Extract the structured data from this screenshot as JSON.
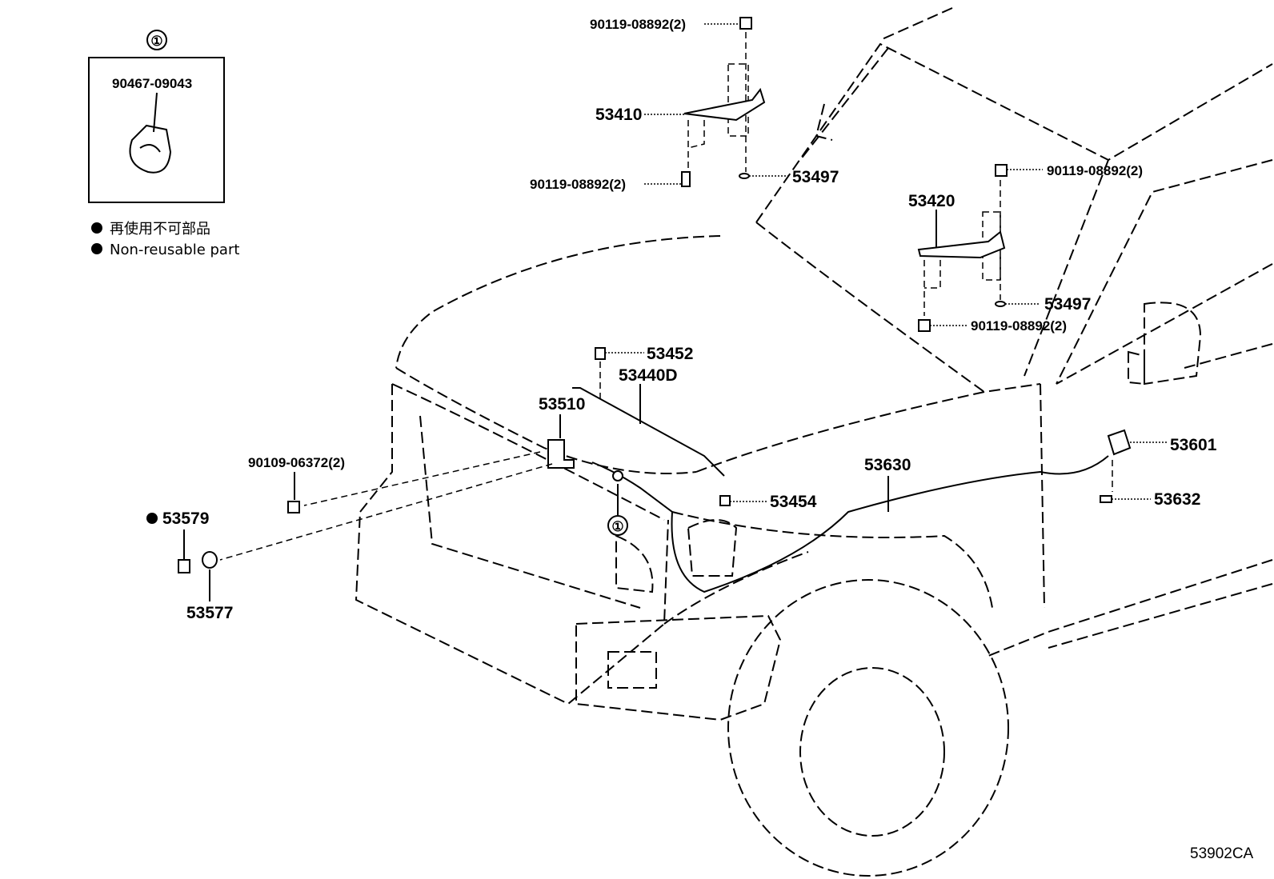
{
  "callout_box": {
    "marker": "①",
    "part_number": "90467-09043"
  },
  "legend": [
    {
      "symbol": "●",
      "text": "再使用不可部品"
    },
    {
      "symbol": "●",
      "text": "Non-reusable part"
    }
  ],
  "parts": {
    "bolt_top": "90119-08892(2)",
    "hinge_left": "53410",
    "bolt_left_lower": "90119-08892(2)",
    "washer_left": "53497",
    "bolt_right_upper": "90119-08892(2)",
    "hinge_right": "53420",
    "washer_right": "53497",
    "bolt_right_lower": "90119-08892(2)",
    "clip_53452": "53452",
    "support_rod": "53440D",
    "hood_lock": "53510",
    "bolt_lock": "90109-06372(2)",
    "cushion_53579": "53579",
    "non_reusable_dot": "●",
    "cushion_53577": "53577",
    "grommet_53454": "53454",
    "release_cable": "53630",
    "release_lever": "53601",
    "lever_clip": "53632",
    "callout_ref": "①"
  },
  "diagram_code": "53902CA"
}
